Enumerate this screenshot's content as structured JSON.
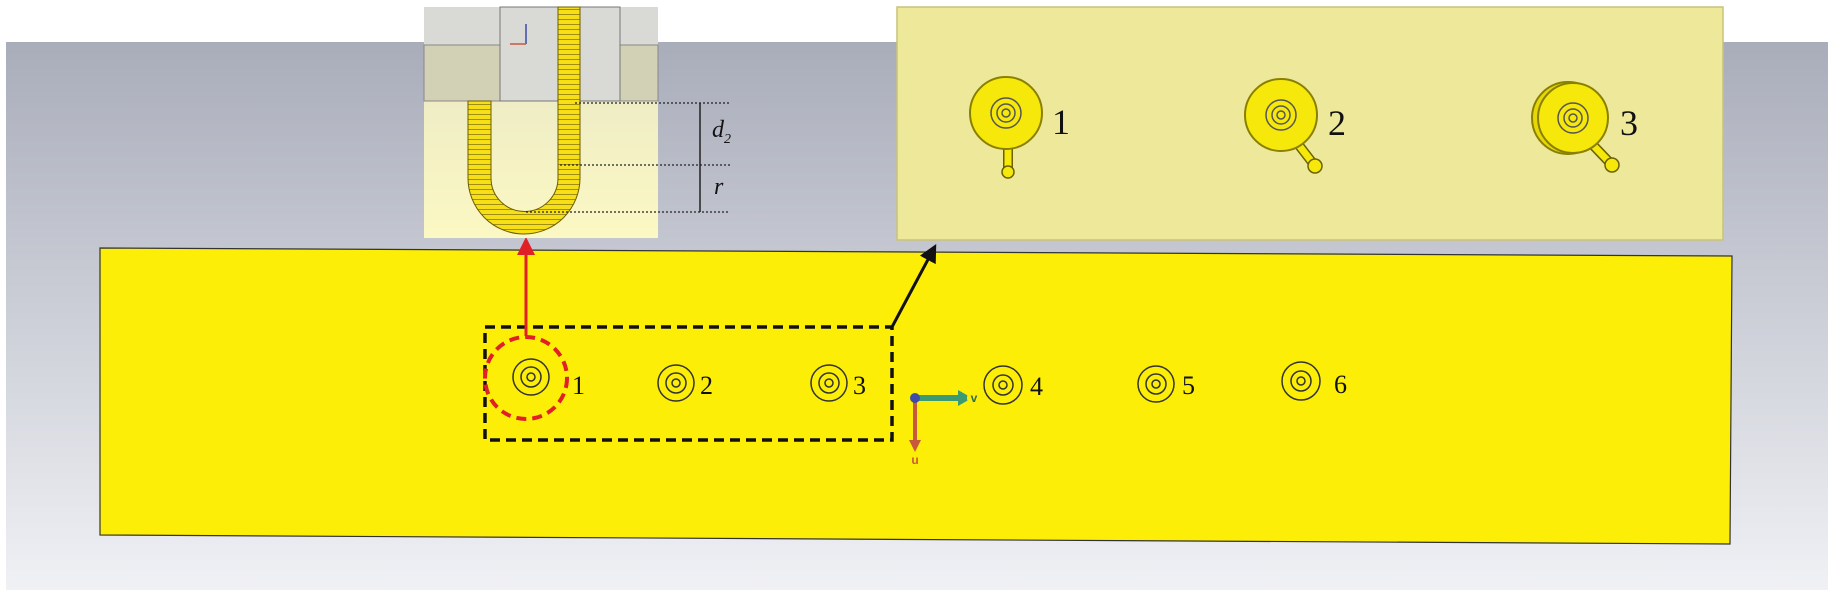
{
  "ports_main": [
    {
      "label": "1"
    },
    {
      "label": "2"
    },
    {
      "label": "3"
    },
    {
      "label": "4"
    },
    {
      "label": "5"
    },
    {
      "label": "6"
    }
  ],
  "zoom_ports": [
    {
      "label": "1"
    },
    {
      "label": "2"
    },
    {
      "label": "3"
    }
  ],
  "cross_section": {
    "dim_d2": "d",
    "dim_d2_sub": "2",
    "dim_r": "r"
  },
  "axes": {
    "u": "u",
    "v": "v"
  },
  "colors": {
    "plate": "#fdee07",
    "background_top": "#a9adba",
    "background_bottom": "#eef0f4",
    "zoom_panel": "#eee99a",
    "highlight_circle": "#e01f26",
    "axis_u": "#c8583c",
    "axis_v": "#3c9a72"
  }
}
